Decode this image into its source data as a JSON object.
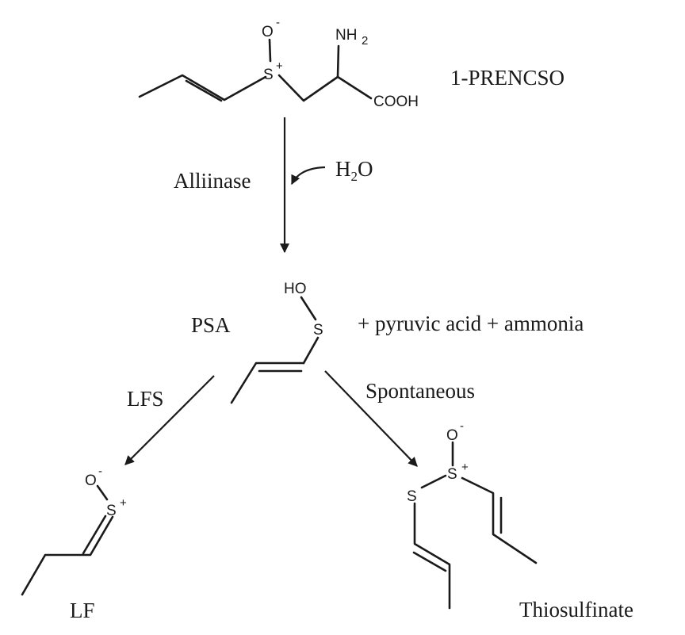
{
  "compounds": {
    "prencso": {
      "name": "1-PRENCSO",
      "atoms": {
        "o": "O",
        "o_charge": "-",
        "s": "S",
        "s_charge": "+",
        "nh2": "NH",
        "nh2_sub": "2",
        "cooh": "COOH"
      }
    },
    "psa": {
      "name": "PSA",
      "atoms": {
        "ho": "HO",
        "s": "S"
      }
    },
    "byproducts": "+ pyruvic acid + ammonia",
    "lf": {
      "name": "LF",
      "atoms": {
        "o": "O",
        "o_charge": "-",
        "s": "S",
        "s_charge": "+"
      }
    },
    "thiosulfinate": {
      "name": "Thiosulfinate",
      "atoms": {
        "o": "O",
        "o_charge": "-",
        "s1": "S",
        "s2": "S",
        "s2_charge": "+"
      }
    }
  },
  "reactions": {
    "step1": {
      "enzyme": "Alliinase",
      "reagent_main": "H",
      "reagent_sub": "2",
      "reagent_tail": "O"
    },
    "step2_left": {
      "label": "LFS"
    },
    "step2_right": {
      "label": "Spontaneous"
    }
  }
}
